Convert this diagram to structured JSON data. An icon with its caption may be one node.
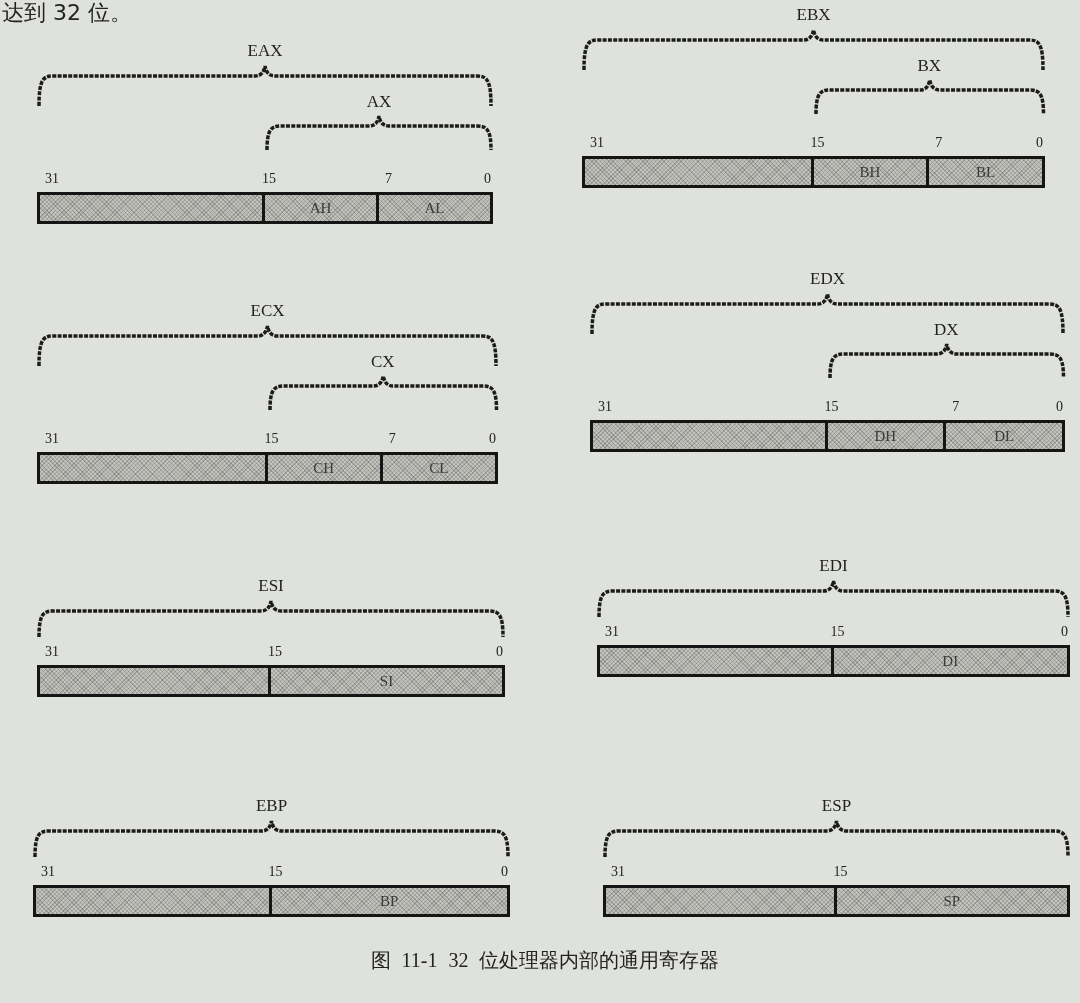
{
  "diagram": {
    "caption": "图 11-1 32 位处理器内部的通用寄存器",
    "nodes": [
      {
        "text": [],
        "shape": "box"
      },
      {
        "text": [
          "AH"
        ]
      },
      {
        "text": [
          "AL"
        ]
      },
      {
        "text": [],
        "shape": "box"
      },
      {
        "text": [
          "BH"
        ]
      },
      {
        "text": [
          "BL"
        ]
      },
      {
        "text": [],
        "shape": "box"
      },
      {
        "text": [
          "CH"
        ]
      },
      {
        "text": [
          "CL"
        ]
      },
      {
        "text": [],
        "shape": "box"
      },
      {
        "text": [
          "DH"
        ]
      },
      {
        "text": [
          "DL"
        ]
      },
      {
        "text": [],
        "shape": "box"
      },
      {
        "text": [
          "SI"
        ]
      },
      {
        "text": [],
        "shape": "box"
      },
      {
        "text": [
          "DI"
        ]
      },
      {
        "text": [],
        "shape": "box"
      },
      {
        "text": [
          "BP"
        ]
      },
      {
        "text": [],
        "shape": "box"
      },
      {
        "text": [
          "SP"
        ]
      }
    ],
    "labels": [
      "达到 32 位。",
      "EAX",
      "AX",
      "31",
      "15",
      "7",
      "0",
      "EBX",
      "BX",
      "31",
      "15",
      "7",
      "0",
      "ECX",
      "CX",
      "31",
      "15",
      "7",
      "0",
      "EDX",
      "DX",
      "31",
      "15",
      "7",
      "0",
      "ESI",
      "31",
      "15",
      "0",
      "EDI",
      "31",
      "15",
      "0",
      "EBP",
      "31",
      "15",
      "0",
      "ESP",
      "31",
      "15"
    ]
  }
}
